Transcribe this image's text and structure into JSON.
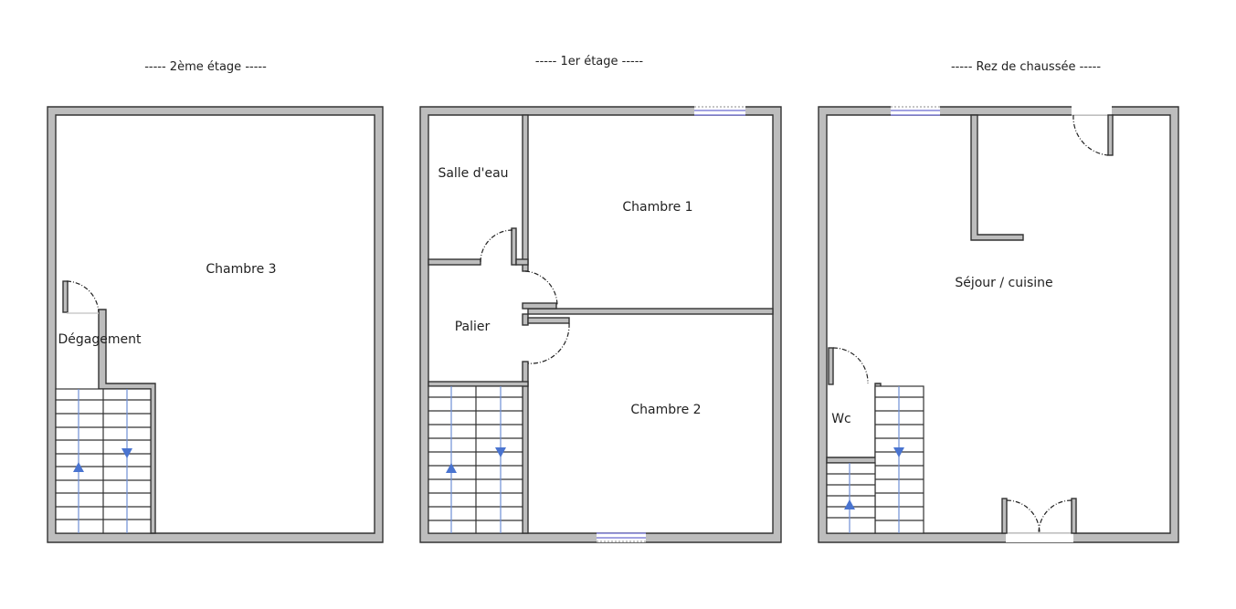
{
  "floors": [
    {
      "title": "-----  2ème étage  -----"
    },
    {
      "title": "-----  1er étage  -----"
    },
    {
      "title": "-----  Rez de chaussée  -----"
    }
  ],
  "rooms": {
    "chambre3": "Chambre 3",
    "degagement": "Dégagement",
    "salle_eau": "Salle d'eau",
    "chambre1": "Chambre 1",
    "palier": "Palier",
    "chambre2": "Chambre 2",
    "sejour": "Séjour / cuisine",
    "wc": "Wc"
  },
  "colors": {
    "wall_fill": "#bdbdbd",
    "stair_arrow": "#4a74d0",
    "window_glass": "#6a6ad0"
  }
}
